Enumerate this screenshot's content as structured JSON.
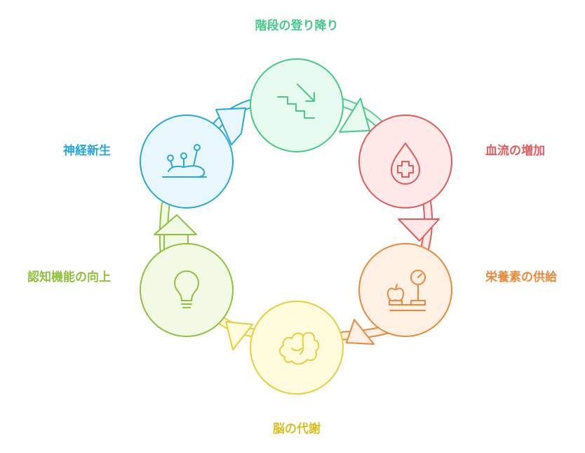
{
  "stages": [
    {
      "id": "stairs",
      "label": "階段の登り降り",
      "icon": "stairs-down-icon",
      "stroke": "#45c98a",
      "fill": "#e6faf0",
      "label_color": "#45c98a"
    },
    {
      "id": "blood",
      "label": "血流の増加",
      "icon": "blood-drop-plus-icon",
      "stroke": "#e25b5b",
      "fill": "#ffe9e9",
      "label_color": "#e25b5b"
    },
    {
      "id": "nutrient",
      "label": "栄養素の供給",
      "icon": "scale-apple-icon",
      "stroke": "#e68a3c",
      "fill": "#fff0e3",
      "label_color": "#e68a3c"
    },
    {
      "id": "brain",
      "label": "脳の代謝",
      "icon": "brain-icon",
      "stroke": "#e6cf3a",
      "fill": "#fffbdc",
      "label_color": "#d9bf1e"
    },
    {
      "id": "cognitive",
      "label": "認知機能の向上",
      "icon": "lightbulb-icon",
      "stroke": "#8fc13e",
      "fill": "#f2f9e4",
      "label_color": "#8fc13e"
    },
    {
      "id": "neuro",
      "label": "神経新生",
      "icon": "neurons-icon",
      "stroke": "#2aa7d8",
      "fill": "#e7f7fd",
      "label_color": "#2aa7d8"
    }
  ]
}
